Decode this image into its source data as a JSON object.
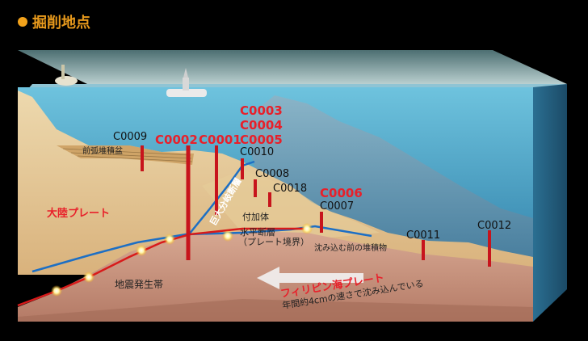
{
  "header": {
    "title": "掘削地点"
  },
  "sites_highlight": [
    "C0002",
    "C0001",
    "C0003",
    "C0004",
    "C0005",
    "C0006"
  ],
  "sites_normal": [
    "C0009",
    "C0010",
    "C0008",
    "C0018",
    "C0007",
    "C0011",
    "C0012"
  ],
  "labels": {
    "forearc_basin": "前弧堆積盆",
    "continental_plate": "大陸プレート",
    "splay_fault": "巨大分岐断層",
    "accretionary_prism": "付加体",
    "horizontal_fault": "水平断層",
    "plate_boundary": "（プレート境界）",
    "subducting_sediments": "沈み込む前の堆積物",
    "seismogenic_zone": "地震発生帯",
    "philippine_plate": "フィリピン海プレート",
    "subduction_rate": "年間約4cmの速さで沈み込んでいる"
  },
  "colors": {
    "title": "#e89a1c",
    "highlight_site": "#e8202a",
    "normal_site": "#ffffff",
    "sea": "#4fa8c8",
    "sediment": "#e8d2a6",
    "ocean_crust": "#c9907a",
    "fault_blue": "#1d6fc4",
    "fault_red": "#d81a1a"
  }
}
